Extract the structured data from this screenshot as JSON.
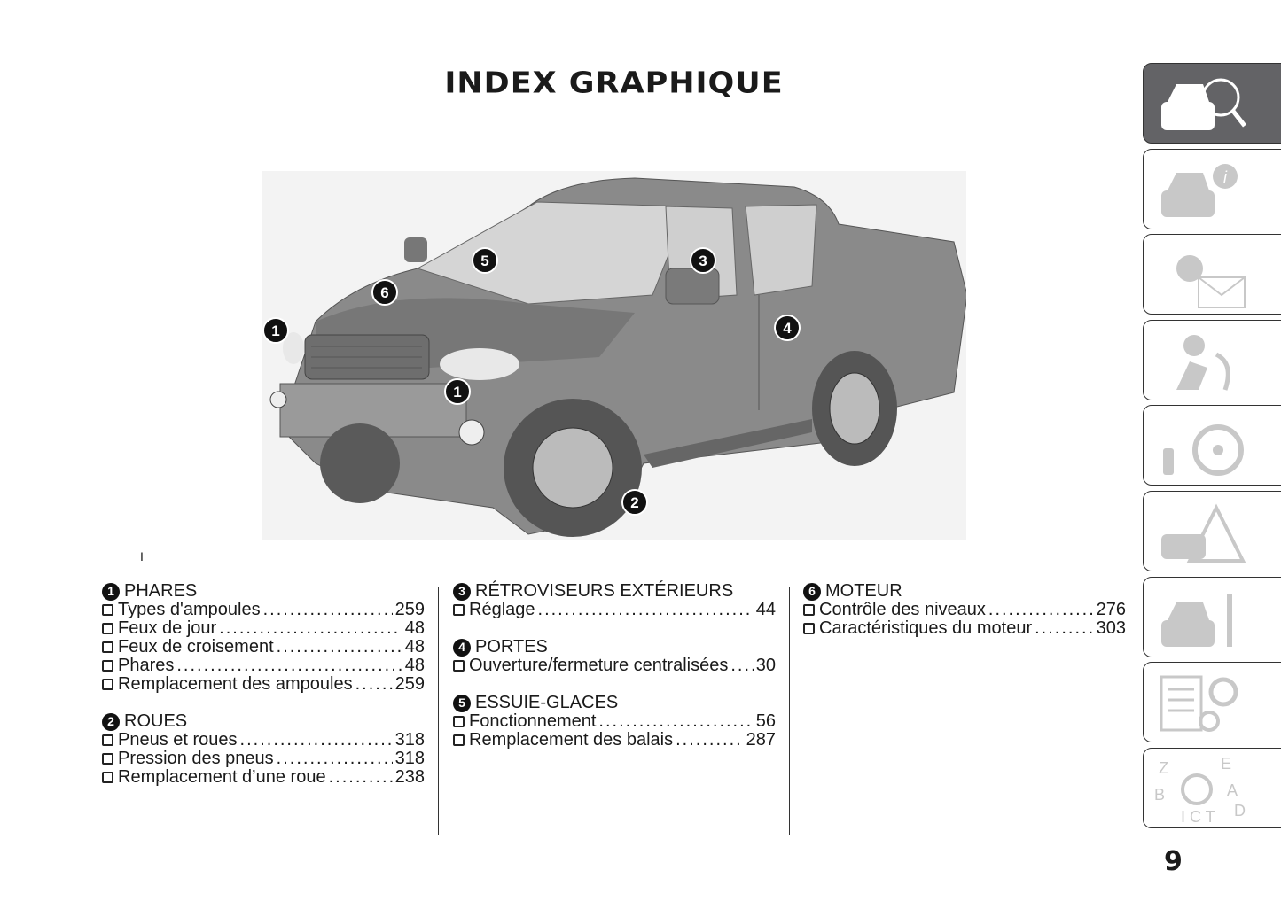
{
  "title": "INDEX GRAPHIQUE",
  "page_mark": "I",
  "page_number": "9",
  "callouts": [
    "1",
    "1",
    "2",
    "3",
    "4",
    "5",
    "6"
  ],
  "columns": [
    [
      {
        "num": "1",
        "title": "PHARES",
        "items": [
          {
            "label": "Types d'ampoules",
            "page": "259"
          },
          {
            "label": "Feux de jour",
            "page": "48"
          },
          {
            "label": "Feux de croisement",
            "page": "48"
          },
          {
            "label": "Phares",
            "page": "48"
          },
          {
            "label": "Remplacement des ampoules",
            "page": "259"
          }
        ]
      },
      {
        "num": "2",
        "title": "ROUES",
        "items": [
          {
            "label": "Pneus et roues",
            "page": "318"
          },
          {
            "label": "Pression des pneus",
            "page": "318"
          },
          {
            "label": "Remplacement d’une roue",
            "page": "238"
          }
        ]
      }
    ],
    [
      {
        "num": "3",
        "title": "RÉTROVISEURS EXTÉRIEURS",
        "items": [
          {
            "label": "Réglage",
            "page": "44"
          }
        ]
      },
      {
        "num": "4",
        "title": "PORTES",
        "items": [
          {
            "label": "Ouverture/fermeture centralisées",
            "page": "30"
          }
        ]
      },
      {
        "num": "5",
        "title": "ESSUIE-GLACES",
        "items": [
          {
            "label": "Fonctionnement",
            "page": "56"
          },
          {
            "label": "Remplacement des balais",
            "page": "287"
          }
        ]
      }
    ],
    [
      {
        "num": "6",
        "title": "MOTEUR",
        "items": [
          {
            "label": "Contrôle des niveaux",
            "page": "276"
          },
          {
            "label": "Caractéristiques du moteur",
            "page": "303"
          }
        ]
      }
    ]
  ],
  "tabs": [
    "graphic-index",
    "dashboard-info",
    "lights-messages",
    "safety",
    "starting-driving",
    "emergency",
    "maintenance",
    "technical-data",
    "alphabetical-index"
  ],
  "colors": {
    "active_tab": "#636366",
    "icon_gray": "#c8c8c8"
  }
}
